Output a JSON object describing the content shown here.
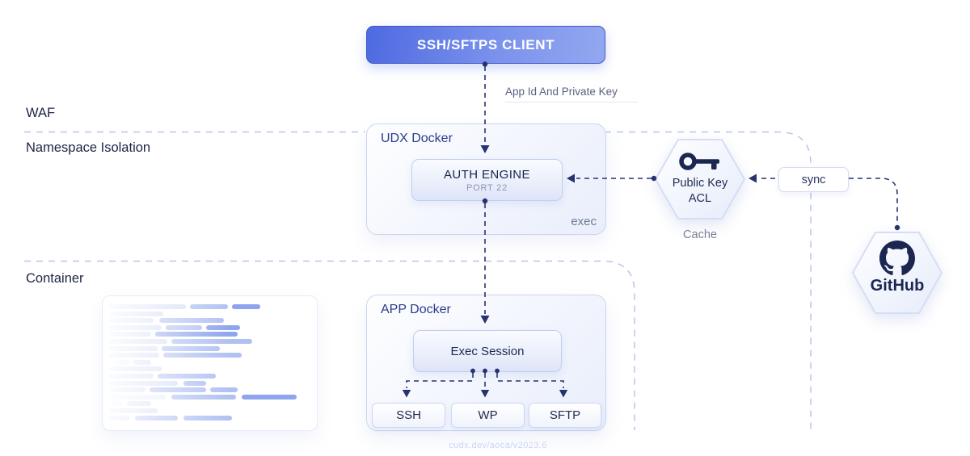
{
  "client": {
    "label": "SSH/SFTPS CLIENT"
  },
  "connection": {
    "label": "App Id And Private Key"
  },
  "zones": {
    "waf": "WAF",
    "namespace": "Namespace Isolation",
    "container": "Container"
  },
  "udx_docker": {
    "title": "UDX Docker",
    "auth_engine": {
      "title": "AUTH ENGINE",
      "subtitle": "PORT 22"
    },
    "exec_label": "exec"
  },
  "public_key_acl": {
    "title_line1": "Public Key",
    "title_line2": "ACL",
    "caption": "Cache",
    "icon": "key-icon"
  },
  "sync": {
    "label": "sync"
  },
  "github": {
    "label": "GitHub",
    "icon": "github-icon"
  },
  "app_docker": {
    "title": "APP Docker",
    "exec_session": {
      "title": "Exec Session"
    },
    "services": [
      "SSH",
      "WP",
      "SFTP"
    ]
  },
  "footer": {
    "watermark": "cudx.dev/aoca/v2023.6"
  },
  "colors": {
    "client_gradient_start": "#4d6ae1",
    "client_gradient_end": "#93a7f0",
    "connector_dark": "#26336e",
    "boundary_light": "#b7c6ec",
    "node_border": "#c9d5f1",
    "title_indigo": "#2b3c8f",
    "text_navy": "#1b2750",
    "muted_text": "#6d7892",
    "code_tones": [
      "#e9eefb",
      "#d6def7",
      "#b0c0f2",
      "#8ea4ee"
    ]
  },
  "code_lines": [
    [
      [
        0,
        38,
        1
      ],
      [
        40,
        19,
        2
      ],
      [
        61,
        14,
        3
      ]
    ],
    [
      [
        0,
        27,
        1
      ]
    ],
    [
      [
        0,
        22,
        1
      ],
      [
        25,
        32,
        2
      ]
    ],
    [
      [
        0,
        26,
        1
      ],
      [
        28,
        18,
        2
      ],
      [
        48,
        17,
        3
      ]
    ],
    [
      [
        0,
        21,
        1
      ],
      [
        23,
        41,
        3
      ]
    ],
    [
      [
        0,
        29,
        1
      ],
      [
        31,
        40,
        2
      ]
    ],
    [
      [
        0,
        24,
        1
      ],
      [
        26,
        29,
        2
      ]
    ],
    [
      [
        0,
        25,
        1
      ],
      [
        27,
        39,
        2
      ]
    ],
    [
      [
        2,
        8,
        0
      ],
      [
        12,
        9,
        1
      ]
    ],
    [
      [
        0,
        26,
        1
      ]
    ],
    [
      [
        0,
        22,
        1
      ],
      [
        24,
        29,
        2
      ]
    ],
    [
      [
        0,
        34,
        1
      ],
      [
        37,
        11,
        2
      ]
    ],
    [
      [
        0,
        18,
        1
      ],
      [
        20,
        28,
        2
      ],
      [
        50,
        14,
        2
      ]
    ],
    [
      [
        0,
        28,
        0
      ],
      [
        31,
        32,
        2
      ],
      [
        66,
        27,
        3
      ]
    ],
    [
      [
        1,
        6,
        0
      ],
      [
        9,
        12,
        1
      ]
    ],
    [
      [
        0,
        24,
        1
      ]
    ],
    [
      [
        0,
        10,
        1
      ],
      [
        13,
        21,
        2
      ],
      [
        37,
        24,
        2
      ]
    ]
  ]
}
